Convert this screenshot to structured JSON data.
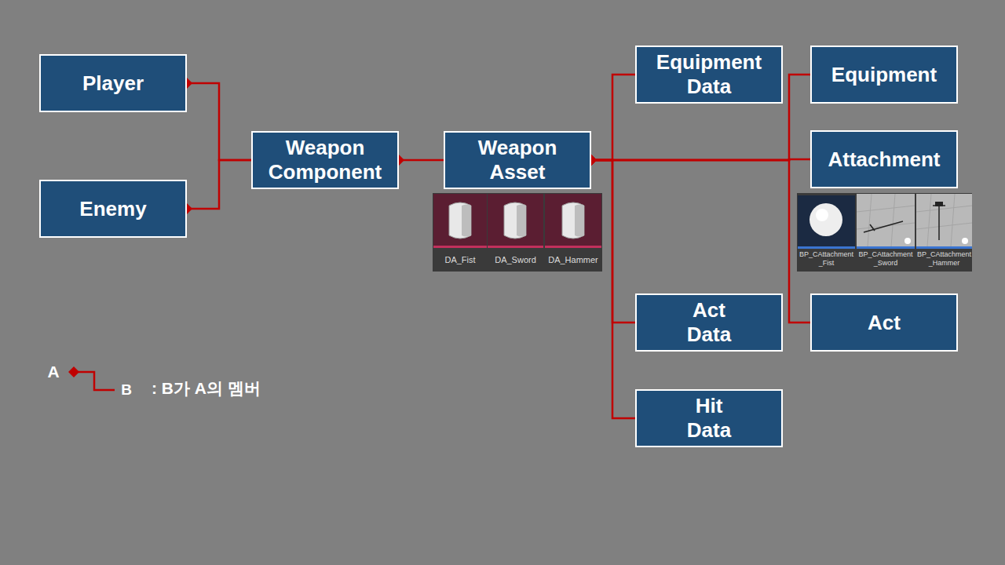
{
  "diagram": {
    "nodes": [
      {
        "text": [
          "Player"
        ]
      },
      {
        "text": [
          "Enemy"
        ]
      },
      {
        "text": [
          "Weapon Component"
        ]
      },
      {
        "text": [
          "Weapon Asset"
        ]
      },
      {
        "text": [
          "Equipment Data"
        ]
      },
      {
        "text": [
          "Equipment"
        ]
      },
      {
        "text": [
          "Attachment"
        ]
      },
      {
        "text": [
          "Act Data"
        ]
      },
      {
        "text": [
          "Act"
        ]
      },
      {
        "text": [
          "Hit Data"
        ]
      }
    ],
    "edges": [
      {
        "from": 0,
        "to": 2,
        "arrow": "none"
      },
      {
        "from": 1,
        "to": 2,
        "arrow": "none"
      },
      {
        "from": 2,
        "to": 3,
        "arrow": "none"
      },
      {
        "from": 3,
        "to": 4,
        "arrow": "none"
      },
      {
        "from": 3,
        "to": 5,
        "arrow": "none"
      },
      {
        "from": 3,
        "to": 6,
        "arrow": "none"
      },
      {
        "from": 3,
        "to": 7,
        "arrow": "none"
      },
      {
        "from": 3,
        "to": 8,
        "arrow": "none"
      },
      {
        "from": 3,
        "to": 9,
        "arrow": "none"
      }
    ],
    "labels": [
      "DA_Fist",
      "DA_Sword",
      "DA_Hammer",
      "BP_CAttachment_Fist",
      "BP_CAttachment_Sword",
      "BP_CAttachment_Hammer",
      "A",
      "B"
    ],
    "legend": [
      {
        "text": ": B가 A의 멤버"
      }
    ]
  }
}
